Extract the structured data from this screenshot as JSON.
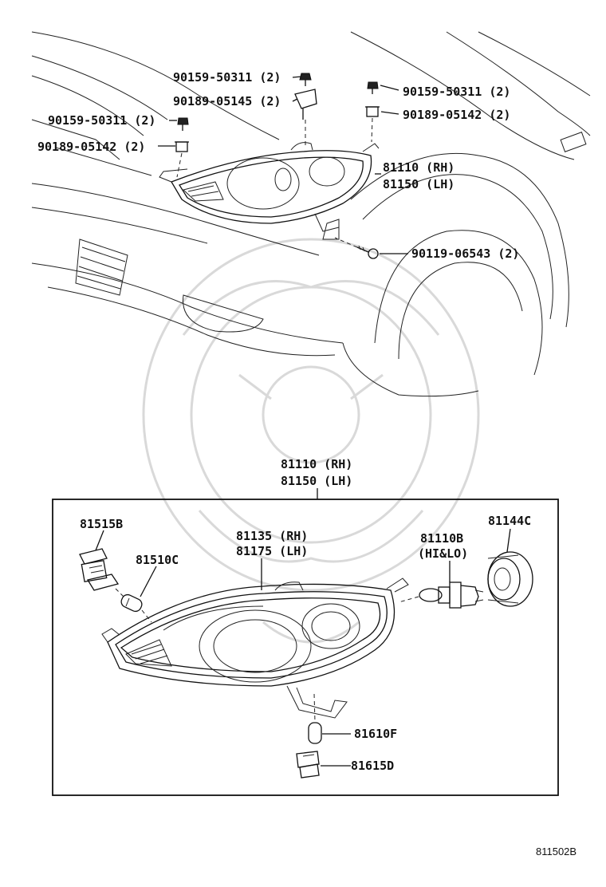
{
  "watermark": {
    "icon": "samurai-mask-watermark"
  },
  "upper_callouts": [
    {
      "id": "bolt-left-top",
      "text": "90159-50311 (2)"
    },
    {
      "id": "bracket-left",
      "text": "90189-05145 (2)"
    },
    {
      "id": "bolt-left-mid",
      "text": "90159-50311 (2)"
    },
    {
      "id": "clip-left",
      "text": "90189-05142 (2)"
    },
    {
      "id": "bolt-right-top",
      "text": "90159-50311 (2)"
    },
    {
      "id": "clip-right",
      "text": "90189-05142 (2)"
    },
    {
      "id": "headlamp-rh",
      "text": "81110 (RH)"
    },
    {
      "id": "headlamp-lh",
      "text": "81150 (LH)"
    },
    {
      "id": "bolt-lower",
      "text": "90119-06543 (2)"
    }
  ],
  "assembly_header": {
    "rh": "81110 (RH)",
    "lh": "81150 (LH)"
  },
  "box_callouts": {
    "socket_a": "81515B",
    "bulb_a": "81510C",
    "unit_rh": "81135 (RH)",
    "unit_lh": "81175 (LH)",
    "main_bulb": "81110B",
    "main_bulb_note": "(HI&LO)",
    "cover": "81144C",
    "bulb_b": "81610F",
    "socket_b": "81615D"
  },
  "figure_code": "811502B"
}
